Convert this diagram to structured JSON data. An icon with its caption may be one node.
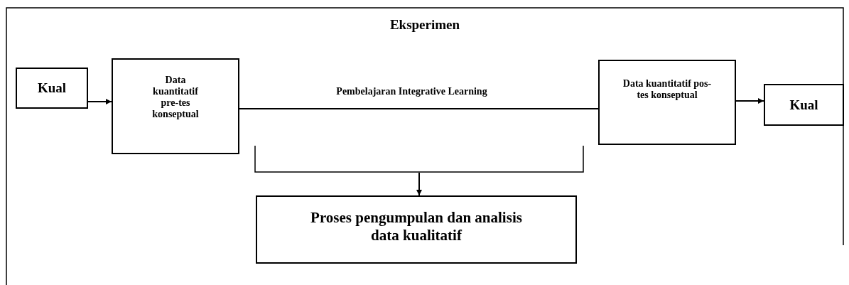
{
  "diagram": {
    "nodes": [
      {
        "text": [
          "Eksperimen"
        ]
      },
      {
        "text": [
          "Kual"
        ],
        "in": 0
      },
      {
        "text": [
          "Data kuantitatif pre-tes konseptual"
        ],
        "in": 0
      },
      {
        "text": [
          "Data kuantitatif pos-tes konseptual"
        ],
        "in": 0
      },
      {
        "text": [
          "Kual"
        ],
        "in": 0
      },
      {
        "text": [],
        "shape": "bracket",
        "in": 0
      },
      {
        "text": [
          "Proses pengumpulan dan analisis data kualitatif"
        ],
        "in": 0
      }
    ],
    "edges": [
      {
        "from": 1,
        "to": 2,
        "arrow": "to"
      },
      {
        "from": 2,
        "to": 3,
        "arrow": "none",
        "label": "Pembelajaran Integrative Learning"
      },
      {
        "from": 3,
        "to": 4,
        "arrow": "to"
      },
      {
        "from": 5,
        "to": 6,
        "arrow": "to"
      }
    ]
  }
}
